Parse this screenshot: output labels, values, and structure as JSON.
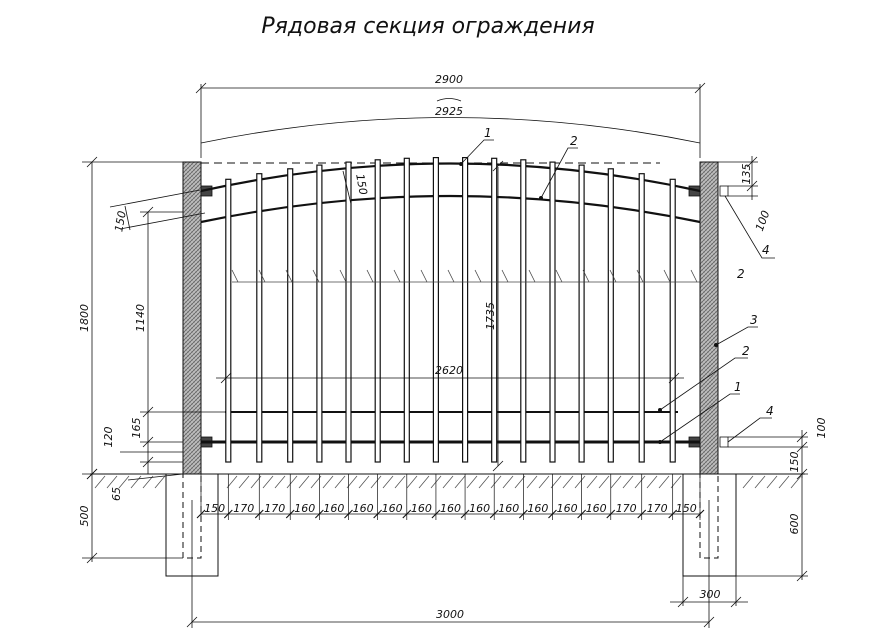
{
  "title": "Рядовая секция ограждения",
  "overall_dims": {
    "top_span": "2900",
    "arc_length": "2925",
    "height_total": "1800",
    "height_picket_zone": "1140",
    "picket_height": "1735",
    "inner_width": "2620",
    "base_width": "3000",
    "post_width": "300",
    "foundation_depth_left": "500",
    "foundation_depth_right": "600"
  },
  "small_dims": {
    "top_arc_offset": "150",
    "left_arc_offset": "150",
    "right_top_135": "135",
    "right_top_100": "100",
    "right_bottom_100": "100",
    "right_bottom_150": "150",
    "left_165": "165",
    "left_120": "120",
    "left_65": "65"
  },
  "spacings": [
    "150",
    "170",
    "170",
    "160",
    "160",
    "160",
    "160",
    "160",
    "160",
    "160",
    "160",
    "160",
    "160",
    "160",
    "170",
    "170",
    "150"
  ],
  "callouts": {
    "c1_top": "1",
    "c2_top": "2",
    "c4_top": "4",
    "c2_mid": "2",
    "c3": "3",
    "c2_low": "2",
    "c1_low": "1",
    "c4_low": "4"
  }
}
